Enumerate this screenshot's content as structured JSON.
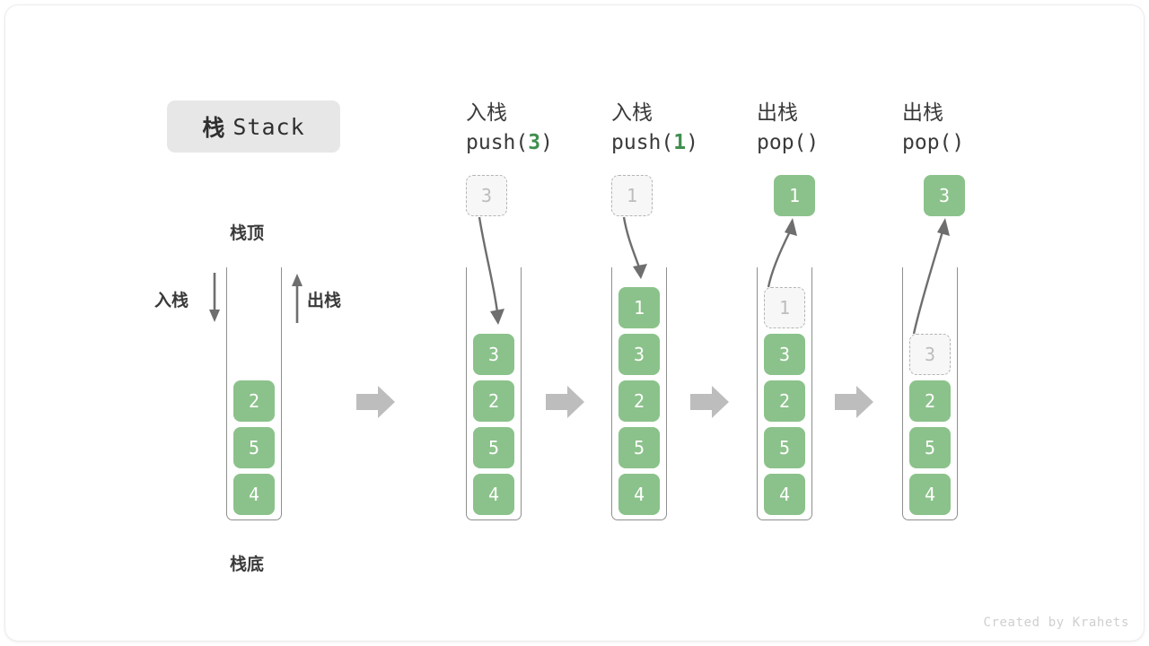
{
  "title": {
    "cjk": "栈",
    "latin": "Stack"
  },
  "reference_stack": {
    "top_label": "栈顶",
    "bottom_label": "栈底",
    "push_label": "入栈",
    "pop_label": "出栈",
    "cells": [
      "2",
      "5",
      "4"
    ]
  },
  "separator_icon": "right-block-arrow",
  "steps": [
    {
      "op_cjk": "入栈",
      "call_prefix": "push(",
      "call_arg": "3",
      "call_suffix": ")",
      "outside_cell": {
        "value": "3",
        "style": "ghost",
        "position": "above"
      },
      "arrow": "down-into-stack",
      "stack_cells": [
        {
          "value": "3",
          "style": "filled"
        },
        {
          "value": "2",
          "style": "filled"
        },
        {
          "value": "5",
          "style": "filled"
        },
        {
          "value": "4",
          "style": "filled"
        }
      ]
    },
    {
      "op_cjk": "入栈",
      "call_prefix": "push(",
      "call_arg": "1",
      "call_suffix": ")",
      "outside_cell": {
        "value": "1",
        "style": "ghost",
        "position": "above"
      },
      "arrow": "down-into-stack",
      "stack_cells": [
        {
          "value": "1",
          "style": "filled"
        },
        {
          "value": "3",
          "style": "filled"
        },
        {
          "value": "2",
          "style": "filled"
        },
        {
          "value": "5",
          "style": "filled"
        },
        {
          "value": "4",
          "style": "filled"
        }
      ]
    },
    {
      "op_cjk": "出栈",
      "call_prefix": "pop(",
      "call_arg": "",
      "call_suffix": ")",
      "outside_cell": {
        "value": "1",
        "style": "filled",
        "position": "above"
      },
      "arrow": "up-out-of-stack",
      "stack_cells": [
        {
          "value": "1",
          "style": "ghost"
        },
        {
          "value": "3",
          "style": "filled"
        },
        {
          "value": "2",
          "style": "filled"
        },
        {
          "value": "5",
          "style": "filled"
        },
        {
          "value": "4",
          "style": "filled"
        }
      ]
    },
    {
      "op_cjk": "出栈",
      "call_prefix": "pop(",
      "call_arg": "",
      "call_suffix": ")",
      "outside_cell": {
        "value": "3",
        "style": "filled",
        "position": "above"
      },
      "arrow": "up-out-of-stack",
      "stack_cells": [
        {
          "value": "3",
          "style": "ghost"
        },
        {
          "value": "2",
          "style": "filled"
        },
        {
          "value": "5",
          "style": "filled"
        },
        {
          "value": "4",
          "style": "filled"
        }
      ]
    }
  ],
  "footer": "Created by Krahets",
  "colors": {
    "cell_fill": "#8bc28b",
    "cell_text": "#ffffff",
    "ghost_fill": "#f7f7f7",
    "ghost_border": "#b4b4b4",
    "ghost_text": "#bdbdbd",
    "accent_green": "#3f8f4f",
    "arrow_gray": "#6e6e6e",
    "block_arrow_gray": "#bdbdbd",
    "title_chip_bg": "#e7e7e7",
    "text_dark": "#3a3a3a"
  }
}
